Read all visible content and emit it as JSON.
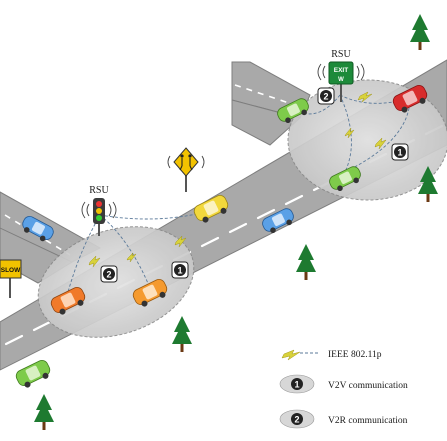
{
  "labels": {
    "rsu_left": "RSU",
    "rsu_right": "RSU",
    "exit_sign_line1": "EXIT",
    "exit_sign_line2": "W",
    "slow_sign": "SLOW"
  },
  "legend": {
    "ieee": "IEEE 802.11p",
    "v2v": "V2V communication",
    "v2r": "V2R communication"
  },
  "badges": {
    "one": "1",
    "two": "2"
  },
  "colors": {
    "road": "#a6a6a6",
    "road_edge": "#8e8e8e",
    "lane_marking": "#ffffff",
    "zone_fill": "#cfcfcf",
    "exit_sign": "#1d8a3a",
    "slow_sign": "#f2c200",
    "lightning": "#d8d23a",
    "tree": "#1e7a30"
  }
}
